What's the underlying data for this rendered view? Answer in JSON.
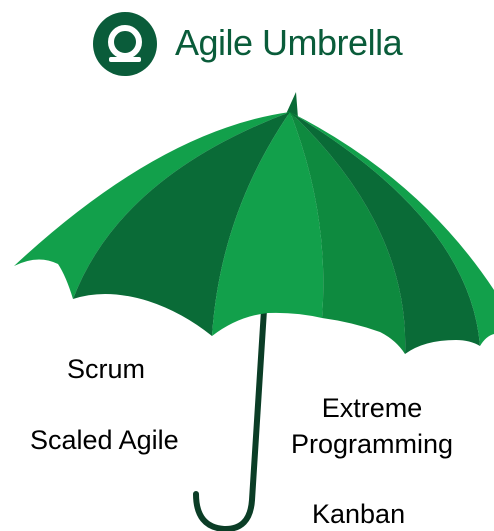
{
  "header": {
    "title": "Agile Umbrella",
    "logo_icon": "agile-umbrella-logo-icon"
  },
  "colors": {
    "accent": "#0a5c3a",
    "canopy_light": "#12a04b",
    "canopy_mid": "#0e8a3f",
    "canopy_dark": "#0a6b37",
    "handle": "#0b3d26",
    "text": "#000000"
  },
  "diagram": {
    "labels": {
      "scrum": "Scrum",
      "scaled_agile": "Scaled Agile",
      "extreme_programming_line1": "Extreme",
      "extreme_programming_line2": "Programming",
      "kanban": "Kanban"
    }
  }
}
